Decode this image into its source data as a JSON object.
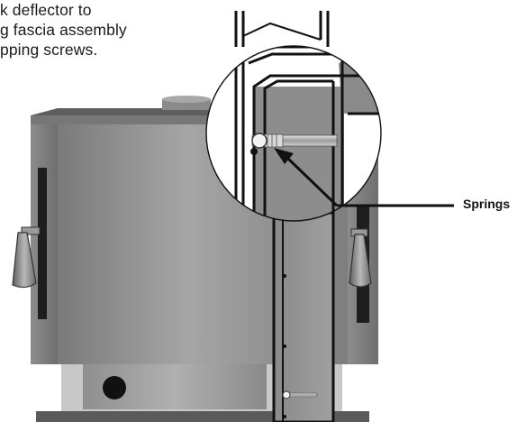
{
  "caption": {
    "lines": [
      "k deflector to",
      "g fascia assembly",
      "pping screws."
    ]
  },
  "callout": {
    "label": "Springs"
  },
  "colors": {
    "stove_body": "#8a8a8a",
    "stove_top": "#6e6e6e",
    "outline": "#111111",
    "background": "#ffffff"
  }
}
